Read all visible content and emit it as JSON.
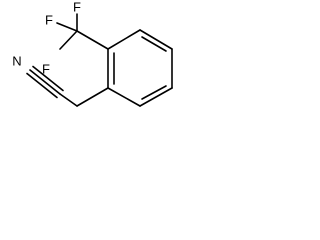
{
  "molecule": {
    "atoms": {
      "fluorine_1": "F",
      "fluorine_2": "F",
      "fluorine_3": "F",
      "nitrogen": "N"
    }
  }
}
